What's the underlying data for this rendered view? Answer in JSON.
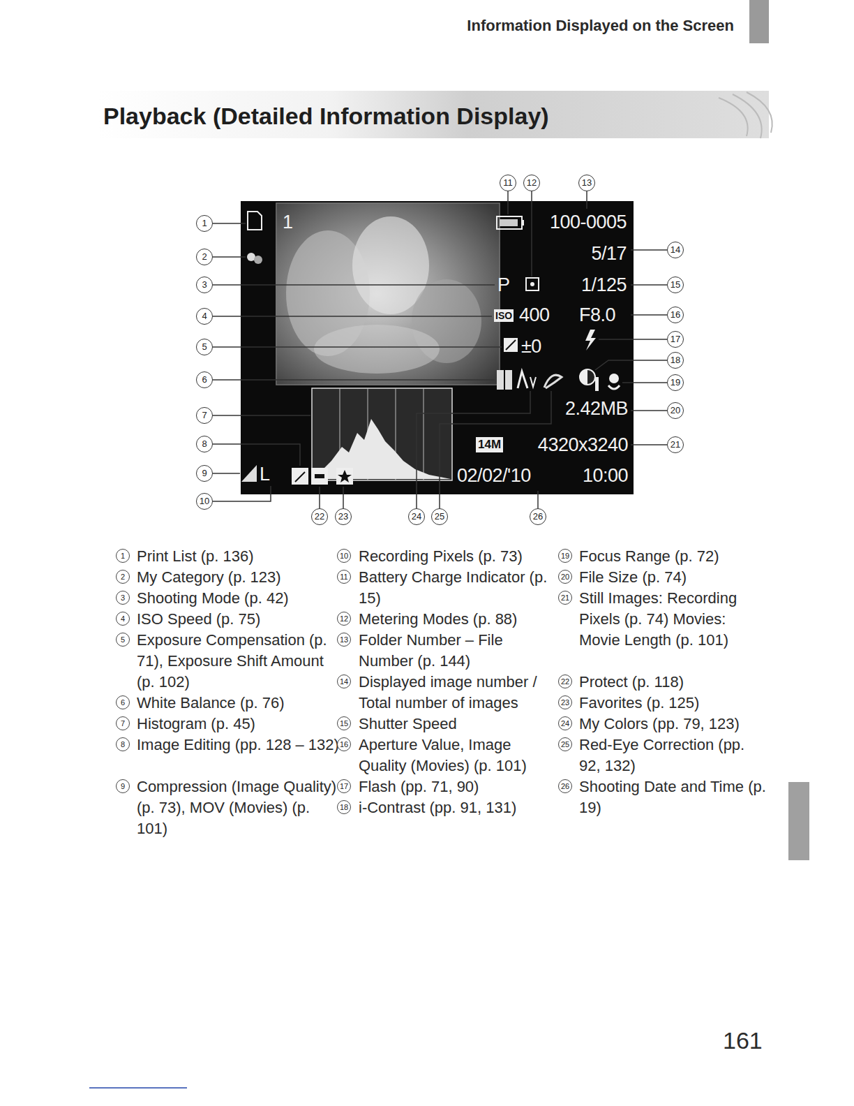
{
  "diagram": {
    "title": "Playback (Detailed Information Display)",
    "labels": [
      "Information Displayed on the Screen",
      "1",
      "100-0005",
      "5/17",
      "P",
      "1/125",
      "ISO",
      "400",
      "F8.0",
      "±0",
      "2.42MB",
      "14M",
      "4320x3240",
      "02/02/'10",
      "10:00",
      "L",
      "1",
      "2",
      "3",
      "4",
      "5",
      "6",
      "7",
      "8",
      "9",
      "10",
      "11",
      "12",
      "13",
      "14",
      "15",
      "16",
      "17",
      "18",
      "19",
      "20",
      "21",
      "22",
      "23",
      "24",
      "25",
      "26",
      "1",
      "Print List (p. 136)",
      "2",
      "My Category (p. 123)",
      "3",
      "Shooting Mode (p. 42)",
      "4",
      "ISO Speed (p. 75)",
      "5",
      "Exposure Compensation (p. 71), Exposure Shift Amount (p. 102)",
      "6",
      "White Balance (p. 76)",
      "7",
      "Histogram (p. 45)",
      "8",
      "Image Editing (pp. 128 – 132)",
      "9",
      "Compression (Image Quality) (p. 73), MOV (Movies) (p. 101)",
      "10",
      "Recording Pixels (p. 73)",
      "11",
      "Battery Charge Indicator (p. 15)",
      "12",
      "Metering Modes (p. 88)",
      "13",
      "Folder Number – File Number (p. 144)",
      "14",
      "Displayed image number / Total number of images",
      "15",
      "Shutter Speed",
      "16",
      "Aperture Value, Image Quality (Movies) (p. 101)",
      "17",
      "Flash (pp. 71, 90)",
      "18",
      "i-Contrast (pp. 91, 131)",
      "19",
      "Focus Range (p. 72)",
      "20",
      "File Size (p. 74)",
      "21",
      "Still Images: Recording Pixels (p. 74) Movies: Movie Length (p. 101)",
      "22",
      "Protect (p. 118)",
      "23",
      "Favorites (p. 125)",
      "24",
      "My Colors (pp. 79, 123)",
      "25",
      "Red-Eye Correction (pp. 92, 132)",
      "26",
      "Shooting Date and Time (p. 19)",
      "161"
    ]
  }
}
